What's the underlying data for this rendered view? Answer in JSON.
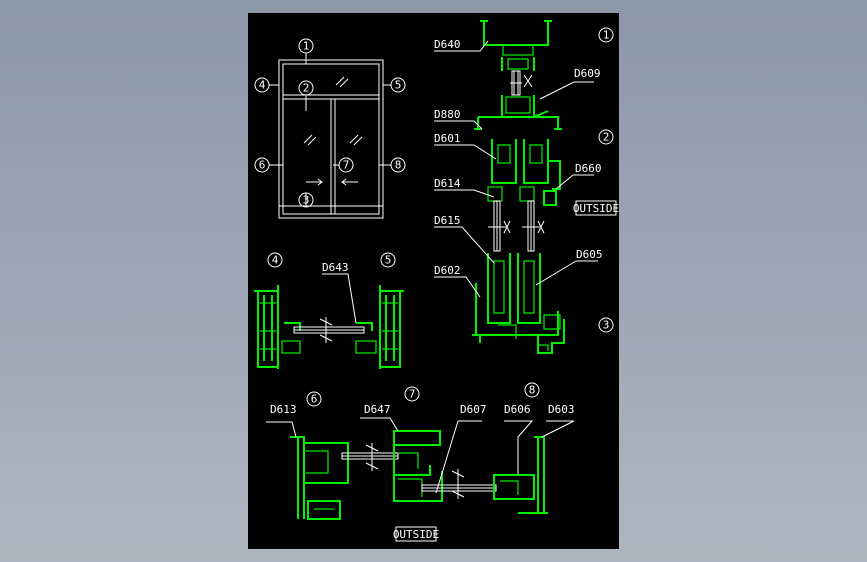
{
  "colors": {
    "background": "#9ea8b6",
    "drawing_bg": "#000000",
    "profile": "#00ee00",
    "line": "#ffffff"
  },
  "elevation": {
    "markers": [
      "1",
      "2",
      "3",
      "4",
      "5",
      "6",
      "7",
      "8"
    ]
  },
  "vertical_section": {
    "markers": [
      "1",
      "2",
      "3"
    ],
    "labels": [
      "D640",
      "D609",
      "D880",
      "D601",
      "D660",
      "D614",
      "D615",
      "D602",
      "D605"
    ],
    "outside": "OUTSIDE"
  },
  "section_45": {
    "markers": [
      "4",
      "5"
    ],
    "label": "D643"
  },
  "section_678": {
    "markers": [
      "6",
      "7",
      "8"
    ],
    "labels": [
      "D613",
      "D647",
      "D607",
      "D606",
      "D603"
    ],
    "outside": "OUTSIDE"
  }
}
